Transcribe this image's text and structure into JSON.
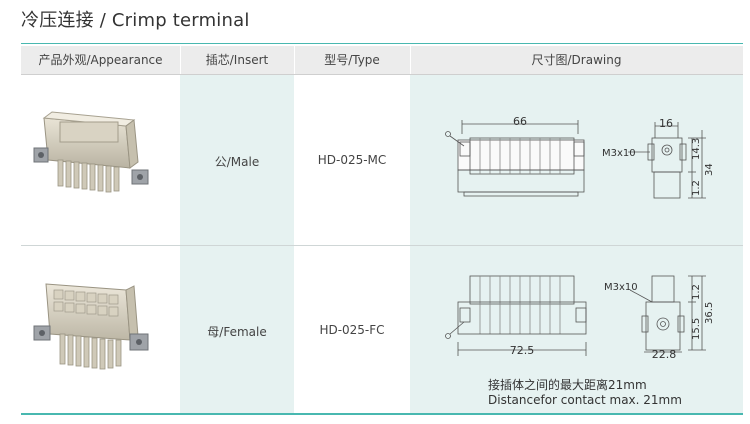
{
  "page": {
    "title": "冷压连接 / Crimp terminal"
  },
  "table": {
    "headers": [
      "产品外观/Appearance",
      "插芯/Insert",
      "型号/Type",
      "尺寸图/Drawing"
    ],
    "rows": [
      {
        "insert": "公/Male",
        "type": "HD-025-MC",
        "drawing": {
          "dim_width": "66",
          "dim_side_width": "16",
          "screw": "M3x10",
          "dim_h1": "14.3",
          "dim_h2": "34",
          "dim_h3": "1.2"
        }
      },
      {
        "insert": "母/Female",
        "type": "HD-025-FC",
        "drawing": {
          "dim_width": "72.5",
          "dim_side_width": "22.8",
          "screw": "M3x10",
          "dim_h1": "1.2",
          "dim_h2": "36.5",
          "dim_h3": "15.5"
        }
      }
    ],
    "note_cn": "接插体之间的最大距离21mm",
    "note_en": "Distancefor contact max. 21mm"
  }
}
